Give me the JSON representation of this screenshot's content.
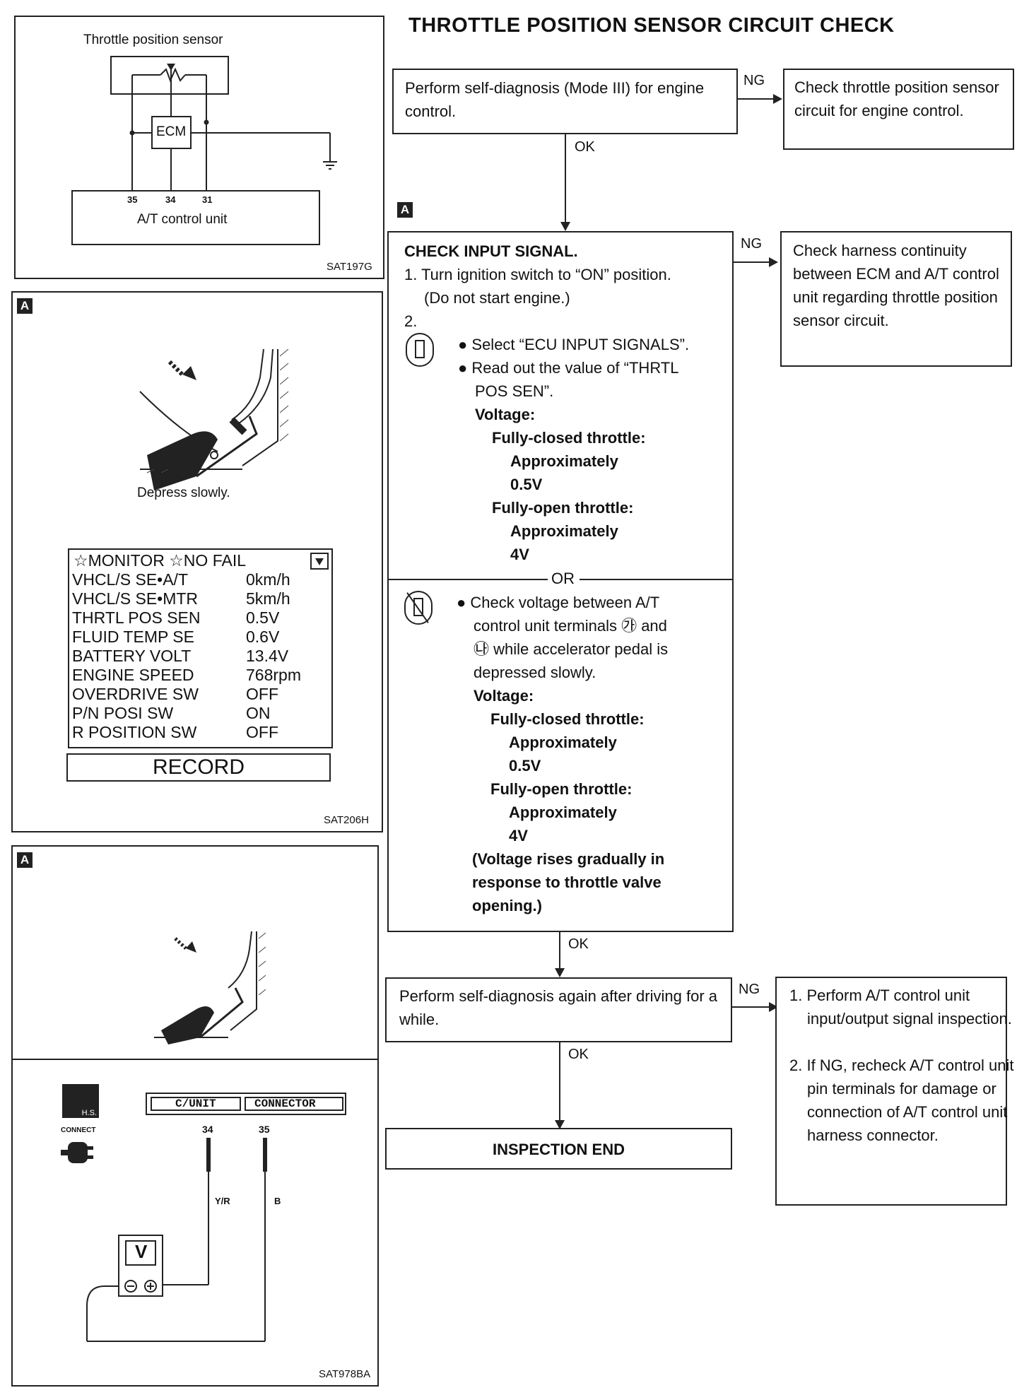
{
  "title": "THROTTLE POSITION SENSOR CIRCUIT CHECK",
  "fig1": {
    "sensor_label": "Throttle position sensor",
    "ecm_label": "ECM",
    "unit_label": "A/T control unit",
    "pins": [
      "35",
      "34",
      "31"
    ],
    "code": "SAT197G"
  },
  "fig2": {
    "tag": "A",
    "caption": "Depress slowly.",
    "monitor_header": "☆MONITOR ☆NO FAIL",
    "rows": [
      {
        "name": "VHCL/S SE•A/T",
        "value": "0km/h"
      },
      {
        "name": "VHCL/S SE•MTR",
        "value": "5km/h"
      },
      {
        "name": "THRTL POS SEN",
        "value": "0.5V"
      },
      {
        "name": "FLUID TEMP SE",
        "value": "0.6V"
      },
      {
        "name": "BATTERY VOLT",
        "value": "13.4V"
      },
      {
        "name": "ENGINE SPEED",
        "value": "768rpm"
      },
      {
        "name": "OVERDRIVE SW",
        "value": "OFF"
      },
      {
        "name": "P/N POSI SW",
        "value": "ON"
      },
      {
        "name": "R POSITION SW",
        "value": "OFF"
      }
    ],
    "record": "RECORD",
    "code": "SAT206H"
  },
  "fig3": {
    "tag": "A",
    "hs_label": "H.S.",
    "connect_label": "CONNECT",
    "cunit_label": "C/UNIT",
    "connector_label": "CONNECTOR",
    "pin_34": "34",
    "pin_35": "35",
    "wire_34": "Y/R",
    "wire_35": "B",
    "meter_label": "V",
    "code": "SAT978BA"
  },
  "flow": {
    "step1": {
      "text": "Perform self-diagnosis (Mode III) for engine control."
    },
    "ng1": "NG",
    "ng1_box": "Check throttle position sensor circuit for engine control.",
    "ok1": "OK",
    "tag_a": "A",
    "check": {
      "heading": "CHECK INPUT SIGNAL.",
      "step1": "1. Turn ignition switch to “ON” position.",
      "step1b": "(Do not start engine.)",
      "step2": "2.",
      "bullet1": "● Select “ECU INPUT SIGNALS”.",
      "bullet2a": "● Read out the value of “THRTL",
      "bullet2b": "POS SEN”.",
      "voltage": "Voltage:",
      "closed": "Fully-closed throttle:",
      "approx1": "Approximately",
      "v1": "0.5V",
      "open": "Fully-open throttle:",
      "approx2": "Approximately",
      "v2": "4V",
      "or": "OR",
      "alt1": "● Check voltage between A/T",
      "alt2": "control unit terminals ㉮ and",
      "alt3": "㉯ while accelerator pedal is",
      "alt4": "depressed slowly.",
      "voltage2": "Voltage:",
      "closed2": "Fully-closed throttle:",
      "approx3": "Approximately",
      "v3": "0.5V",
      "open2": "Fully-open throttle:",
      "approx4": "Approximately",
      "v4": "4V",
      "note1": "(Voltage rises gradually in",
      "note2": "response to throttle valve",
      "note3": "opening.)"
    },
    "ng2": "NG",
    "ng2_box": "Check harness continuity between ECM and A/T control unit regarding throttle position sensor circuit.",
    "ok2": "OK",
    "step3": "Perform self-diagnosis again after driving for a while.",
    "ng3": "NG",
    "ng3_items": [
      "1. Perform A/T control unit input/output signal inspection.",
      "2. If NG, recheck A/T control unit pin terminals for damage or connection of A/T control unit harness connector."
    ],
    "ok3": "OK",
    "end": "INSPECTION END"
  }
}
